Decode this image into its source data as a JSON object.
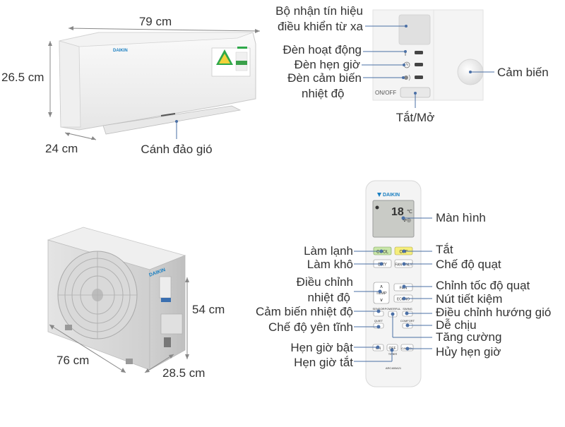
{
  "indoor": {
    "brand": "DAIKIN",
    "dims": {
      "width": "79 cm",
      "height": "26.5 cm",
      "depth": "24 cm"
    },
    "flap_label": "Cánh đảo gió"
  },
  "panel": {
    "receiver": "Bộ nhận tín hiệu điều khiển từ xa",
    "receiver_line1": "Bộ nhận tín hiệu",
    "receiver_line2": "điều khiển từ xa",
    "operation_lamp": "Đèn hoạt động",
    "timer_lamp": "Đèn hẹn giờ",
    "sensor_lamp_line1": "Đèn cảm biến",
    "sensor_lamp_line2": "nhiệt độ",
    "onoff_text": "ON/OFF",
    "onoff_label": "Tắt/Mở",
    "sensor_label": "Cảm biến"
  },
  "outdoor": {
    "brand": "DAIKIN",
    "dims": {
      "height": "54 cm",
      "width": "76 cm",
      "depth": "28.5 cm"
    }
  },
  "remote": {
    "brand": "DAIKIN",
    "display_temp": "18",
    "model": "ARC480A21",
    "buttons": {
      "cool": "COOL",
      "off": "OFF",
      "dry": "DRY",
      "fan_only": "FAN ONLY",
      "temp": "TEMP",
      "fan": "FAN",
      "econo": "ECONO",
      "sensor": "SENSOR",
      "powerful": "POWERFUL",
      "swing": "SWING",
      "quiet": "QUIET",
      "comfort": "COMFORT",
      "on": "ON",
      "off_timer": "OFF",
      "timer": "TIMER",
      "cancel": "CANCEL"
    },
    "labels": {
      "screen": "Màn hình",
      "cool": "Làm lạnh",
      "off": "Tắt",
      "dry": "Làm khô",
      "fan_only": "Chế độ quạt",
      "temp_line1": "Điều chỉnh",
      "temp_line2": "nhiệt độ",
      "fan_speed": "Chỉnh tốc độ quạt",
      "econo": "Nút tiết kiệm",
      "sensor": "Cảm biến nhiệt độ",
      "swing": "Điều chỉnh hướng gió",
      "quiet": "Chế độ yên tĩnh",
      "comfort": "Dễ chịu",
      "powerful": "Tăng cường",
      "on_timer": "Hẹn giờ bật",
      "cancel_timer": "Hủy hẹn giờ",
      "off_timer": "Hẹn giờ tắt"
    }
  },
  "colors": {
    "line": "#4a6fa5",
    "dim_line": "#888888",
    "cool_btn": "#c8e6a8",
    "off_btn": "#f5ee7a",
    "lamp": "#444444"
  }
}
